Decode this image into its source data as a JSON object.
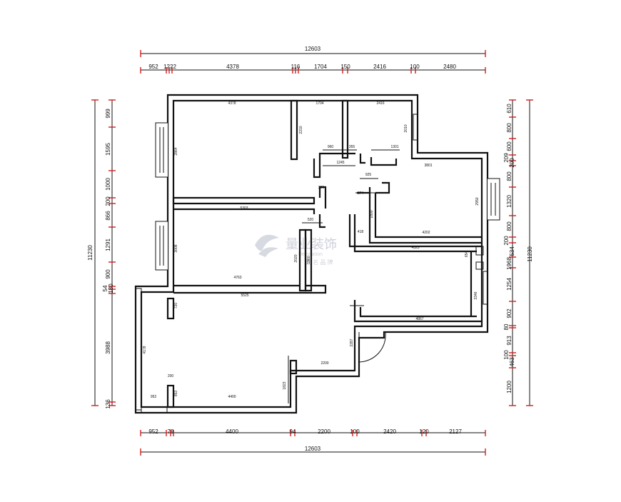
{
  "watermark": {
    "title": "量业装饰",
    "subtitle": "Decoration",
    "slogan": "匠 名 品 牌"
  },
  "dimensions": {
    "top_total": "12603",
    "top_segments": [
      "952",
      "1222",
      "4378",
      "116",
      "1704",
      "150",
      "2416",
      "100",
      "2480"
    ],
    "bottom_total": "12603",
    "bottom_segments": [
      "952",
      "78",
      "4400",
      "94",
      "2200",
      "100",
      "2420",
      "120",
      "2127"
    ],
    "left_total": "11230",
    "left_segments": [
      "999",
      "1595",
      "1000",
      "200",
      "866",
      "1291",
      "900",
      "54",
      "180",
      "3988",
      "136"
    ],
    "right_total": "11230",
    "right_segments": [
      "610",
      "800",
      "600",
      "209",
      "200",
      "800",
      "1320",
      "800",
      "200",
      "534",
      "1968",
      "1254",
      "902",
      "80",
      "913",
      "100",
      "463",
      "1200"
    ]
  },
  "room_labels": {
    "r1_width": "4378",
    "r1_height": "2864",
    "r2_width": "1704",
    "r2_height": "2210",
    "r3_width": "2416",
    "r3_height": "2010",
    "r4_width": "3801",
    "r4_height": "2950",
    "r5_width": "5303",
    "r5_height": "3008",
    "r6_bottom": "4763",
    "r7_width": "4202",
    "r7_height": "1800",
    "r8_width": "4323",
    "r9_width": "4867",
    "r9_height": "3346",
    "corridor_width": "5525",
    "living_height": "4178",
    "living_width": "4400",
    "living_left": "952",
    "balcony_width": "2200",
    "kitchen_height": "1823",
    "misc_a": "960",
    "misc_b": "355",
    "misc_c": "1245",
    "misc_d": "1301",
    "misc_e": "925",
    "misc_f": "374",
    "misc_g": "200",
    "misc_h": "2020",
    "misc_i": "1960",
    "misc_j": "520",
    "misc_k": "654",
    "misc_l": "418",
    "misc_m": "2287",
    "misc_n": "853",
    "misc_o": "200",
    "misc_p": "720"
  },
  "colors": {
    "wall": "#111111",
    "tick": "#d81b1b",
    "watermark": "#c9ccd6"
  }
}
